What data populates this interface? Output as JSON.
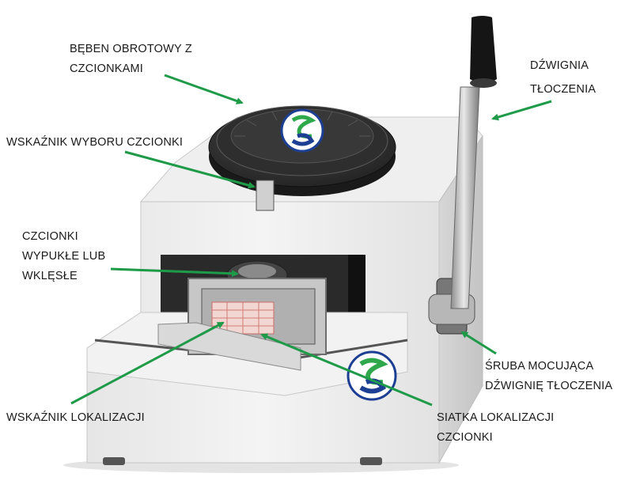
{
  "labels": {
    "drum": [
      "BĘBEN OBROTOWY Z",
      "CZCIONKAMI"
    ],
    "lever": [
      "DŹWIGNIA",
      "TŁOCZENIA"
    ],
    "indicator": [
      "WSKAŹNIK  WYBORU CZCIONKI"
    ],
    "font_type": [
      "CZCIONKI",
      "WYPUKŁE LUB",
      "WKLĘSŁE"
    ],
    "screw": [
      "ŚRUBA MOCUJĄCA",
      "DŹWIGNIĘ TŁOCZENIA"
    ],
    "locator": [
      "WSKAŹNIK LOKALIZACJI"
    ],
    "grid": [
      "SIATKA LOKALIZACJI",
      "CZCIONKI"
    ]
  },
  "colors": {
    "arrow": "#1e9a48",
    "body": "#eeeeee",
    "drum": "#2c2c2c",
    "logo_blue": "#1c3f94",
    "logo_green": "#2ea84a"
  },
  "icons": {
    "brand_logo": "sg-logo-icon"
  }
}
